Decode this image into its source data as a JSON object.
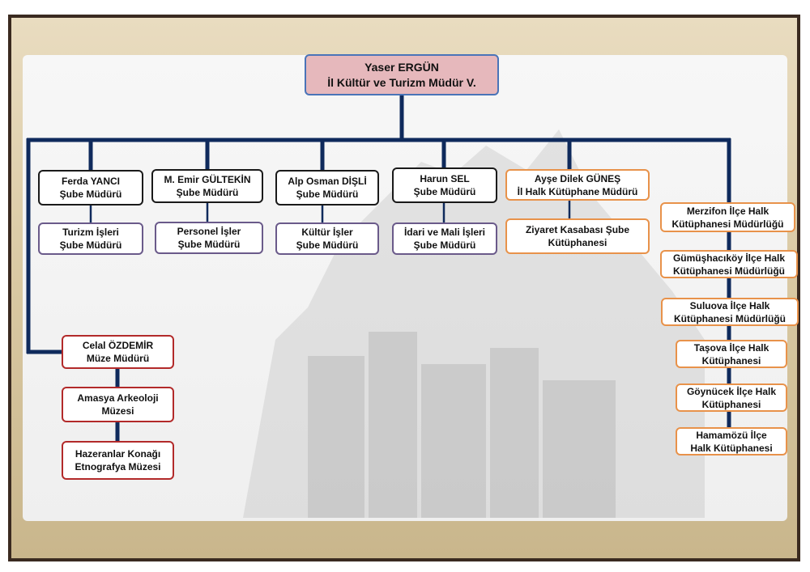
{
  "root": {
    "name": "Yaser ERGÜN",
    "title": "İl Kültür ve Turizm Müdür V."
  },
  "branches": [
    {
      "name": "Ferda YANCI",
      "title": "Şube Müdürü",
      "sub_1": "Turizm İşleri",
      "sub_2": "Şube Müdürü"
    },
    {
      "name": "M. Emir GÜLTEKİN",
      "title": "Şube Müdürü",
      "sub_1": "Personel İşler",
      "sub_2": "Şube Müdürü"
    },
    {
      "name": "Alp Osman DİŞLİ",
      "title": "Şube Müdürü",
      "sub_1": "Kültür İşler",
      "sub_2": "Şube Müdürü"
    },
    {
      "name": "Harun SEL",
      "title": "Şube Müdürü",
      "sub_1": "İdari ve Mali İşleri",
      "sub_2": "Şube Müdürü"
    }
  ],
  "library": {
    "name": "Ayşe Dilek GÜNEŞ",
    "title": "İl Halk Kütüphane Müdürü",
    "sub_1": "Ziyaret Kasabası Şube",
    "sub_2": "Kütüphanesi"
  },
  "museum": {
    "name": "Celal ÖZDEMİR",
    "title": "Müze Müdürü",
    "units": [
      {
        "line_1": "Amasya Arkeoloji",
        "line_2": "Müzesi"
      },
      {
        "line_1": "Hazeranlar Konağı",
        "line_2": "Etnografya Müzesi"
      }
    ]
  },
  "district_libraries": [
    {
      "line_1": "Merzifon İlçe Halk",
      "line_2": "Kütüphanesi Müdürlüğü"
    },
    {
      "line_1": "Gümüşhacıköy İlçe Halk",
      "line_2": "Kütüphanesi Müdürlüğü"
    },
    {
      "line_1": "Suluova İlçe Halk",
      "line_2": "Kütüphanesi Müdürlüğü"
    },
    {
      "line_1": "Taşova İlçe Halk",
      "line_2": "Kütüphanesi"
    },
    {
      "line_1": "Göynücek İlçe Halk",
      "line_2": "Kütüphanesi"
    },
    {
      "line_1": "Hamamözü İlçe",
      "line_2": "Halk Kütüphanesi"
    }
  ],
  "colors": {
    "connector": "#0f2a5c",
    "root_fill": "#e6b8bc",
    "root_border": "#4a74b8",
    "branch_border": "#1a1a1a",
    "sub_border": "#6a5a8a",
    "library_border": "#e8924a",
    "museum_border": "#b22a2a"
  }
}
